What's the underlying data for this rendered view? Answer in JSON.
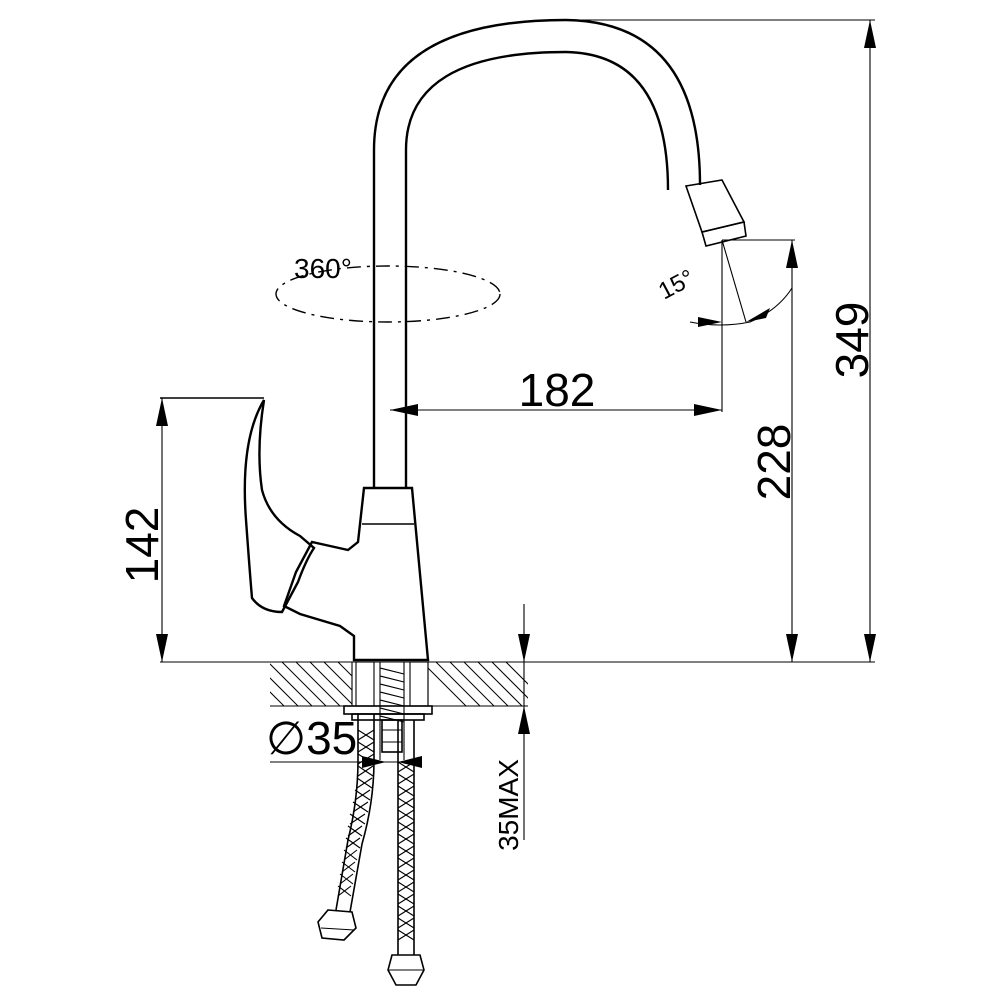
{
  "dimensions": {
    "total_height": "349",
    "spout_height": "228",
    "spout_reach": "182",
    "lever_height": "142",
    "mount_hole": "∅35",
    "max_counter_thickness": "35MAX",
    "swivel_angle": "360°",
    "spout_tilt_angle": "15°"
  }
}
